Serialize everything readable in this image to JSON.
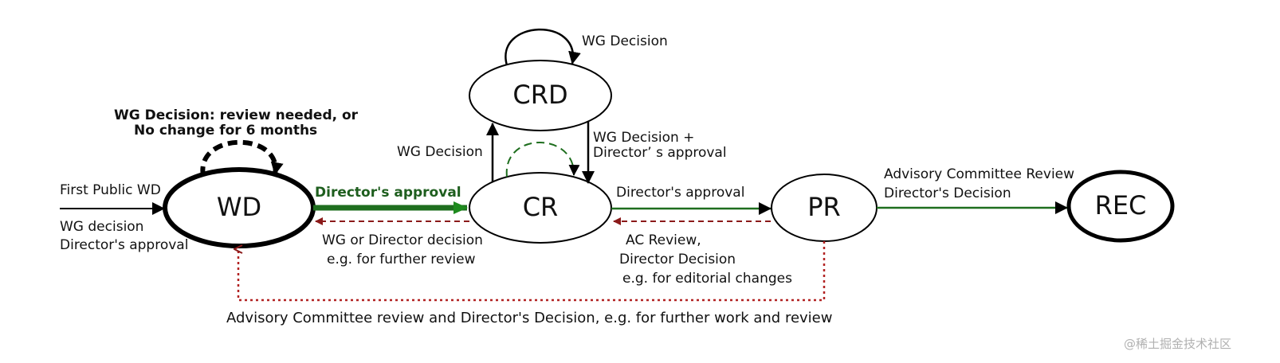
{
  "nodes": {
    "wd": "WD",
    "crd": "CRD",
    "cr": "CR",
    "pr": "PR",
    "rec": "REC"
  },
  "labels": {
    "wd_loop_line1": "WG Decision: review needed, or",
    "wd_loop_line2": "No change for 6 months",
    "first_public_wd": "First Public WD",
    "wg_decision_line": "WG decision",
    "directors_approval_line": "Director's approval",
    "wd_to_cr": "Director's approval",
    "cr_to_wd_line1": "WG or Director decision",
    "cr_to_wd_line2": "e.g. for further review",
    "crd_loop": "WG Decision",
    "cr_to_crd": "WG Decision",
    "crd_to_cr_line1": "WG Decision +",
    "crd_to_cr_line2": "Director’ s approval",
    "cr_to_pr": "Director's approval",
    "pr_to_cr_line1": "AC Review,",
    "pr_to_cr_line2": "Director Decision",
    "pr_to_cr_line3": "e.g. for editorial changes",
    "pr_to_rec_line1": "Advisory Committee Review",
    "pr_to_rec_line2": "Director's Decision",
    "pr_to_wd": "Advisory Committee review and Director's Decision, e.g. for further work and review"
  },
  "watermark": "@稀土掘金技术社区",
  "colors": {
    "green": "#1e6e1e",
    "dark_red": "#8b1a1a",
    "black": "#000000"
  }
}
